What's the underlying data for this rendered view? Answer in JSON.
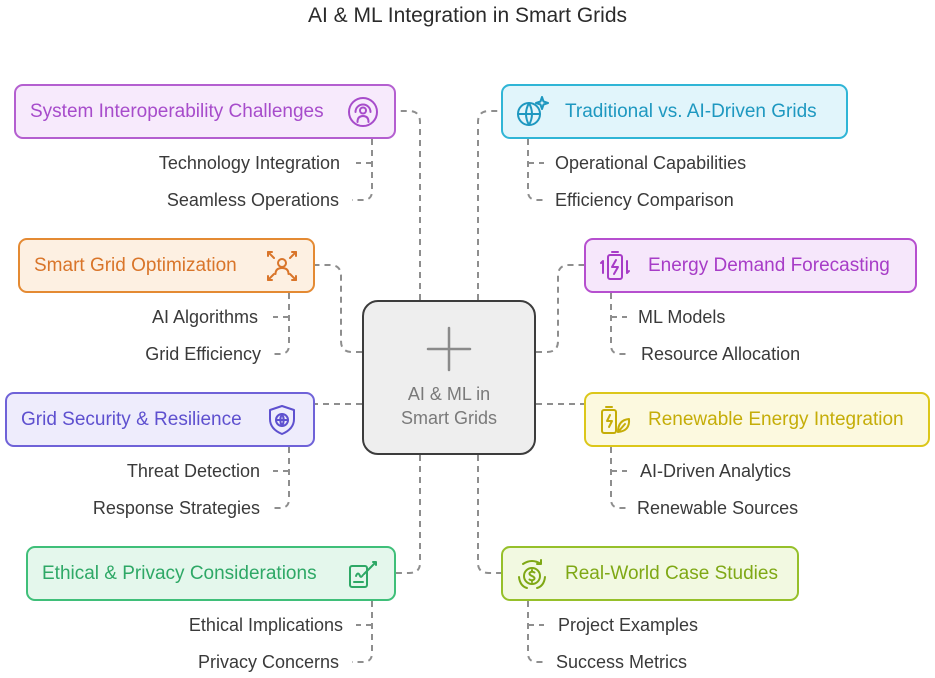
{
  "title": "AI & ML Integration in Smart Grids",
  "center": {
    "line1": "AI & ML in",
    "line2": "Smart Grids"
  },
  "left": [
    {
      "label": "System Interoperability Challenges",
      "icon": "signal-person-icon",
      "subs": [
        "Technology Integration",
        "Seamless Operations"
      ]
    },
    {
      "label": "Smart Grid Optimization",
      "icon": "network-user-icon",
      "subs": [
        "AI Algorithms",
        "Grid Efficiency"
      ]
    },
    {
      "label": "Grid Security & Resilience",
      "icon": "shield-globe-icon",
      "subs": [
        "Threat Detection",
        "Response Strategies"
      ]
    },
    {
      "label": "Ethical & Privacy Considerations",
      "icon": "signed-document-icon",
      "subs": [
        "Ethical Implications",
        "Privacy Concerns"
      ]
    }
  ],
  "right": [
    {
      "label": "Traditional vs. AI-Driven Grids",
      "icon": "globe-sparkle-icon",
      "subs": [
        "Operational Capabilities",
        "Efficiency Comparison"
      ]
    },
    {
      "label": "Energy Demand Forecasting",
      "icon": "battery-cycle-icon",
      "subs": [
        "ML Models",
        "Resource Allocation"
      ]
    },
    {
      "label": "Renewable Energy Integration",
      "icon": "battery-leaf-icon",
      "subs": [
        "AI-Driven Analytics",
        "Renewable Sources"
      ]
    },
    {
      "label": "Real-World Case Studies",
      "icon": "dollar-cycle-icon",
      "subs": [
        "Project Examples",
        "Success Metrics"
      ]
    }
  ],
  "colors": {
    "system-interoperability": "#b45fd0",
    "smart-grid-optimization": "#e48a33",
    "grid-security": "#6f62d8",
    "ethical-privacy": "#3fbf79",
    "traditional-vs-ai": "#2fb5d6",
    "energy-demand": "#b64fcf",
    "renewable-integration": "#dcc71a",
    "case-studies": "#96c02a",
    "connector": "#8a8a8a"
  }
}
